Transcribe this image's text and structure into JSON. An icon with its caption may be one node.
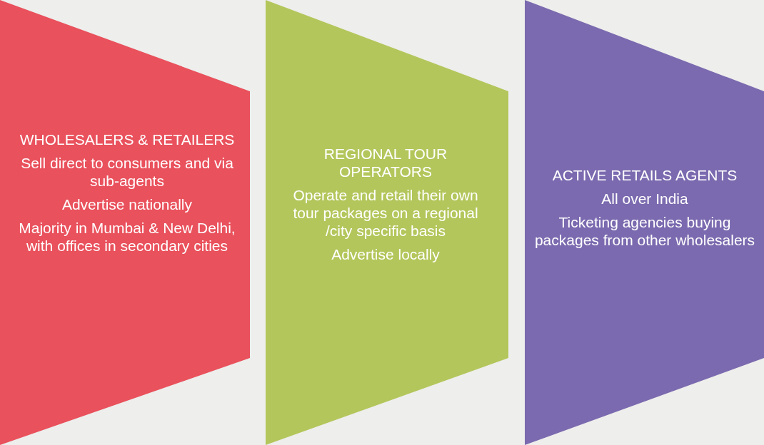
{
  "diagram": {
    "nodes": [
      {
        "text": [
          "WHOLESALERS & RETAILERS",
          "Sell direct to consumers and via sub-agents",
          "Advertise nationally",
          "Majority in Mumbai & New Delhi, with offices in secondary cities"
        ]
      },
      {
        "text": [
          "REGIONAL TOUR OPERATORS",
          "Operate and retail their own tour packages on a regional /city specific basis",
          "Advertise locally"
        ]
      },
      {
        "text": [
          "ACTIVE RETAILS AGENTS",
          "All over India",
          "Ticketing agencies buying packages from other wholesalers"
        ]
      }
    ]
  }
}
